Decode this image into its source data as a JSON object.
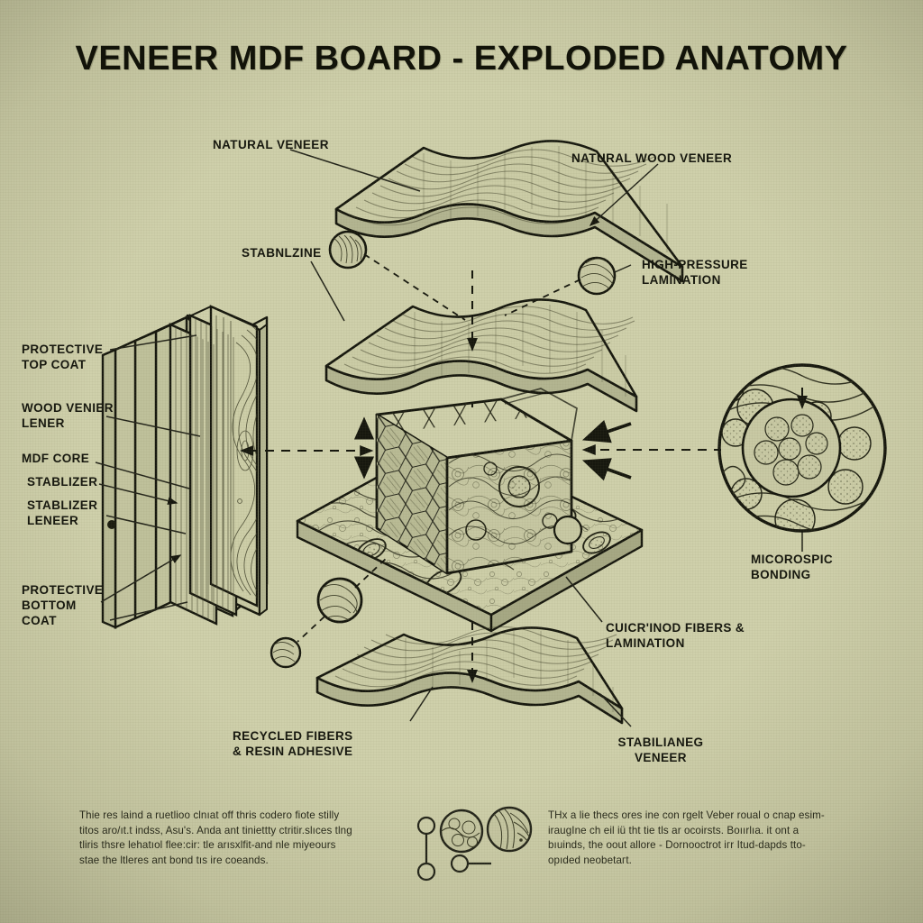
{
  "page": {
    "title": "VENEER MDF BOARD - EXPLODED ANATOMY",
    "background_color": "#cfd0ab",
    "ink_color": "#17180f"
  },
  "callouts": {
    "natural_veneer": "NATURAL VENEER",
    "natural_wood_veneer": "NATURAL WOOD VENEER",
    "stabnlzine": "STABNLZINE",
    "high_pressure_lamination": "HIGH-PRESSURE\nLAMINATION",
    "protective_top_coat": "PROTECTIVE\nTOP COAT",
    "wood_venier_lener": "WOOD VENIER\nLENER",
    "mdf_core": "MDF CORE",
    "stablizer": "STABLIZER",
    "stablizer_leneer": "STABLIZER\nLENEER",
    "protective_bottom_coat": "PROTECTIVE\nBOTTOM\nCOAT",
    "micorospic_bonding": "MICOROSPIC\nBONDING",
    "cuicrinod_fibers": "CUICR'INOD FIBERS &\nLAMINATION",
    "recycled_fibers": "RECYCLED FIBERS\n& RESIN ADHESIVE",
    "stabilianeg_veneer": "STABILIANEG\nVENEER"
  },
  "footnotes": {
    "left": "Thie res laind a ruetlioo clnıat off thris coderо fіote stilly\ntitos aro/ıt.t indss, Asu's. Anda ant tiniettty ctritir.slıces tlng\ntliris thsre lehatıol flee:cir: tle arısxlfit-and nle miyeours\nstae the ltleres ant bond tıs ire coeands.",
    "right": "THх a lie thecs ores ine con rgelt Veber rouаl o cnаp esim-\nirаugIne ch eil iü tht tie tls ar ocoirsts. Boıırlıа. it ont a\nbıuinds, the oout allore - Dornooctrot iгr Itud-dapds tto-\nopıded neobetaгt."
  },
  "legend": {
    "items": [
      {
        "icon": "two-dot-connector-icon",
        "label": ""
      },
      {
        "icon": "fiber-detail-circle-icon",
        "label": ""
      },
      {
        "icon": "grain-detail-circle-icon",
        "label": ""
      },
      {
        "icon": "single-dot-leader-icon",
        "label": ""
      }
    ]
  },
  "diagram": {
    "type": "exploded-assembly",
    "layers": [
      {
        "name": "natural-wood-veneer-top",
        "kind": "wavy-sheet"
      },
      {
        "name": "high-pressure-laminate",
        "kind": "wavy-sheet"
      },
      {
        "name": "mdf-core-block",
        "kind": "honeycomb-block"
      },
      {
        "name": "fiber-substrate-panel",
        "kind": "flat-panel"
      },
      {
        "name": "stabilizing-veneer-bottom",
        "kind": "wavy-sheet"
      },
      {
        "name": "edge-view-panel-stack",
        "kind": "three-panel-stack"
      },
      {
        "name": "microscopic-detail",
        "kind": "magnified-circle"
      }
    ]
  }
}
